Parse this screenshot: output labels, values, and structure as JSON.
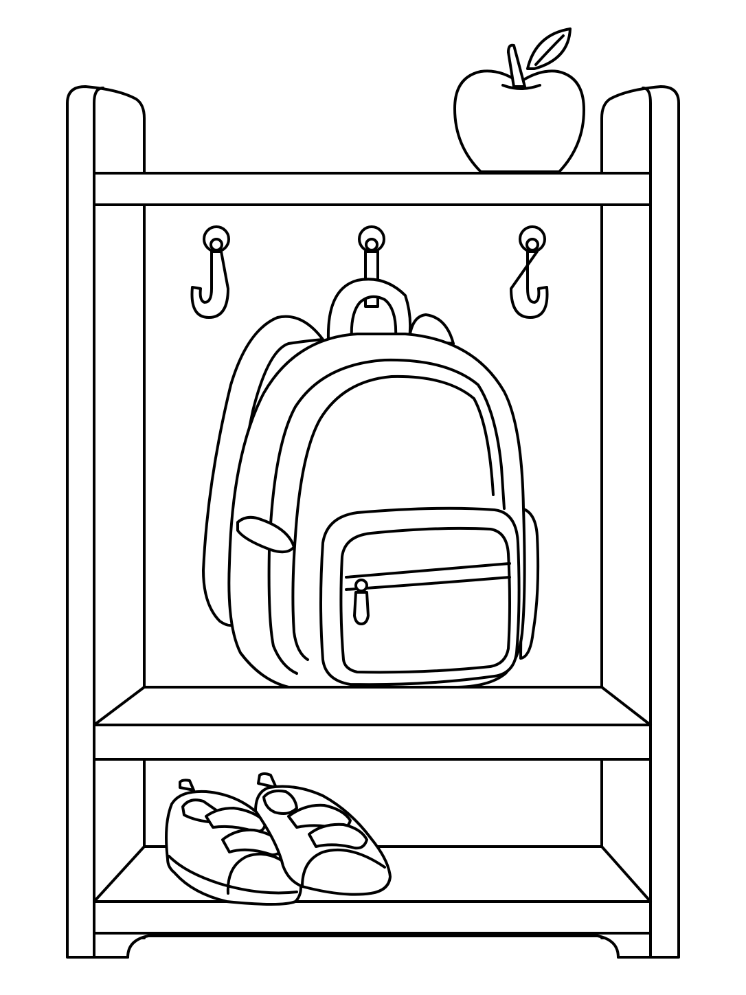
{
  "illustration": {
    "style": "black-and-white line-art coloring page",
    "line_color": "#000000",
    "background_color": "#ffffff",
    "objects": [
      "cubby-shelf",
      "apple-icon",
      "coat-hook-icon",
      "backpack-icon",
      "sneakers-icon"
    ],
    "hook_count": 3
  }
}
